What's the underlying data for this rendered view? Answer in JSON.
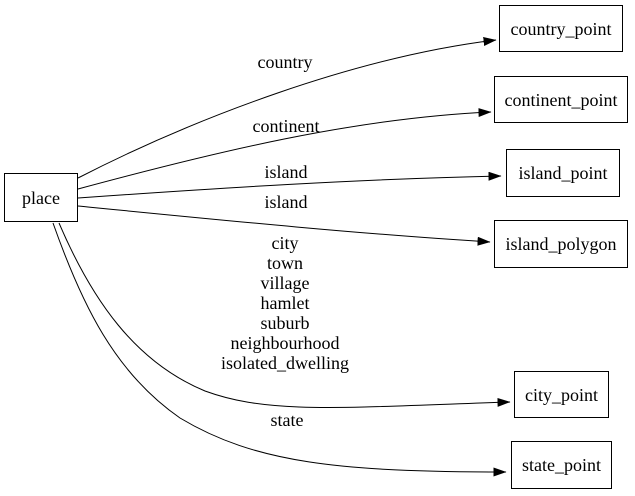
{
  "diagram": {
    "background_color": "#ffffff",
    "line_color": "#000000",
    "node_fill_color": "#ffffff",
    "nodes": [
      {
        "id": "place",
        "label": "place"
      },
      {
        "id": "country_point",
        "label": "country_point"
      },
      {
        "id": "continent_point",
        "label": "continent_point"
      },
      {
        "id": "island_point",
        "label": "island_point"
      },
      {
        "id": "island_polygon",
        "label": "island_polygon"
      },
      {
        "id": "city_point",
        "label": "city_point"
      },
      {
        "id": "state_point",
        "label": "state_point"
      }
    ],
    "edges": [
      {
        "from": "place",
        "to": "country_point",
        "label": "country"
      },
      {
        "from": "place",
        "to": "continent_point",
        "label": "continent"
      },
      {
        "from": "place",
        "to": "island_point",
        "label": "island"
      },
      {
        "from": "place",
        "to": "island_polygon",
        "label": "island"
      },
      {
        "from": "place",
        "to": "city_point",
        "label": "city\ntown\nvillage\nhamlet\nsuburb\nneighbourhood\nisolated_dwelling"
      },
      {
        "from": "place",
        "to": "state_point",
        "label": "state"
      }
    ]
  }
}
